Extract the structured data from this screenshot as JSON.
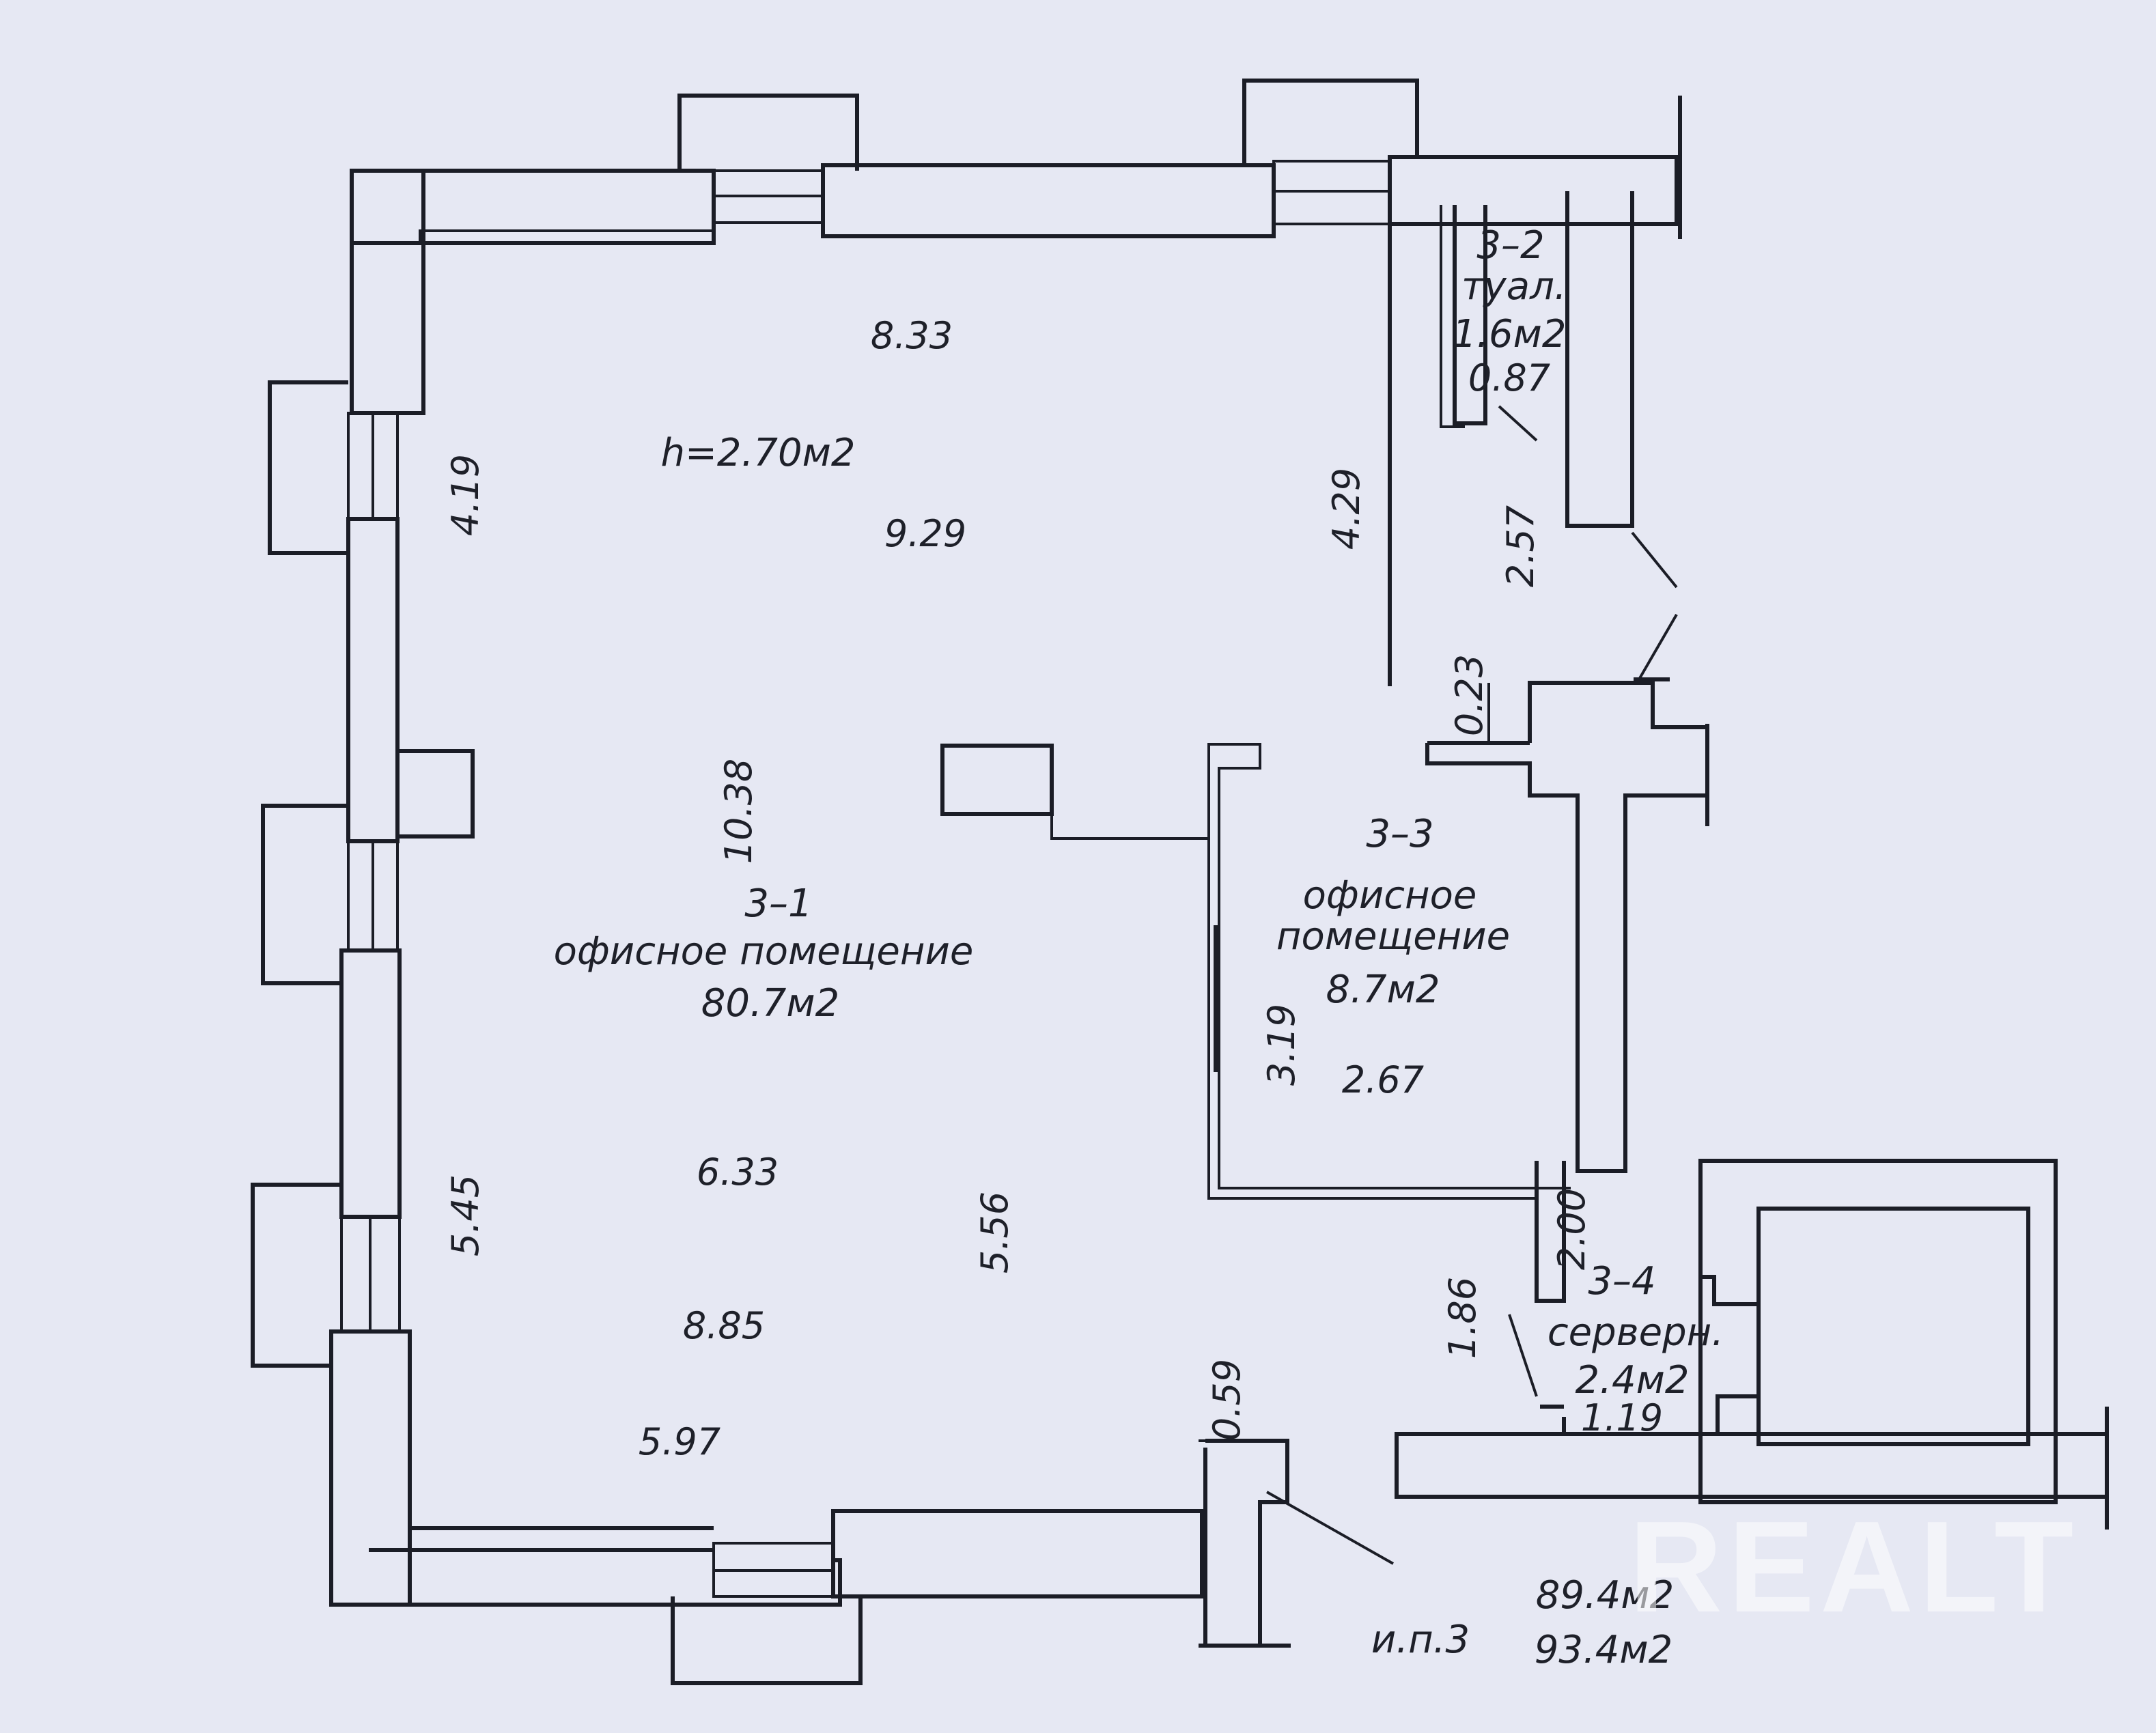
{
  "height_note": "h=2.70м2",
  "rooms": {
    "r31": {
      "id": "3–1",
      "name": "офисное помещение",
      "area": "80.7м2"
    },
    "r32": {
      "id": "3–2",
      "name": "туал.",
      "area": "1.6м2"
    },
    "r33": {
      "id": "3–3",
      "name_line1": "офисное",
      "name_line2": "помещение",
      "area": "8.7м2"
    },
    "r34": {
      "id": "3–4",
      "name": "серверн.",
      "area": "2.4м2"
    }
  },
  "dimensions": {
    "top_wall": "8.33",
    "room31_width_top": "9.29",
    "left_upper": "4.19",
    "left_middle": "10.38",
    "left_lower": "5.45",
    "inner_upper_right": "4.29",
    "toilet_width": "0.87",
    "corridor_right": "2.57",
    "partition_stub": "0.23",
    "room33_height": "3.19",
    "room33_width": "2.67",
    "room31_mid_width": "6.33",
    "room31_lower_height": "5.56",
    "room31_lower_width": "8.85",
    "bottom_width": "5.97",
    "bottom_stub": "0.59",
    "server_height_a": "2.00",
    "server_height_b": "1.86",
    "server_width": "1.19"
  },
  "totals": {
    "living": "89.4м2",
    "total": "93.4м2",
    "note": "и.п.3"
  },
  "watermark": "REALT"
}
